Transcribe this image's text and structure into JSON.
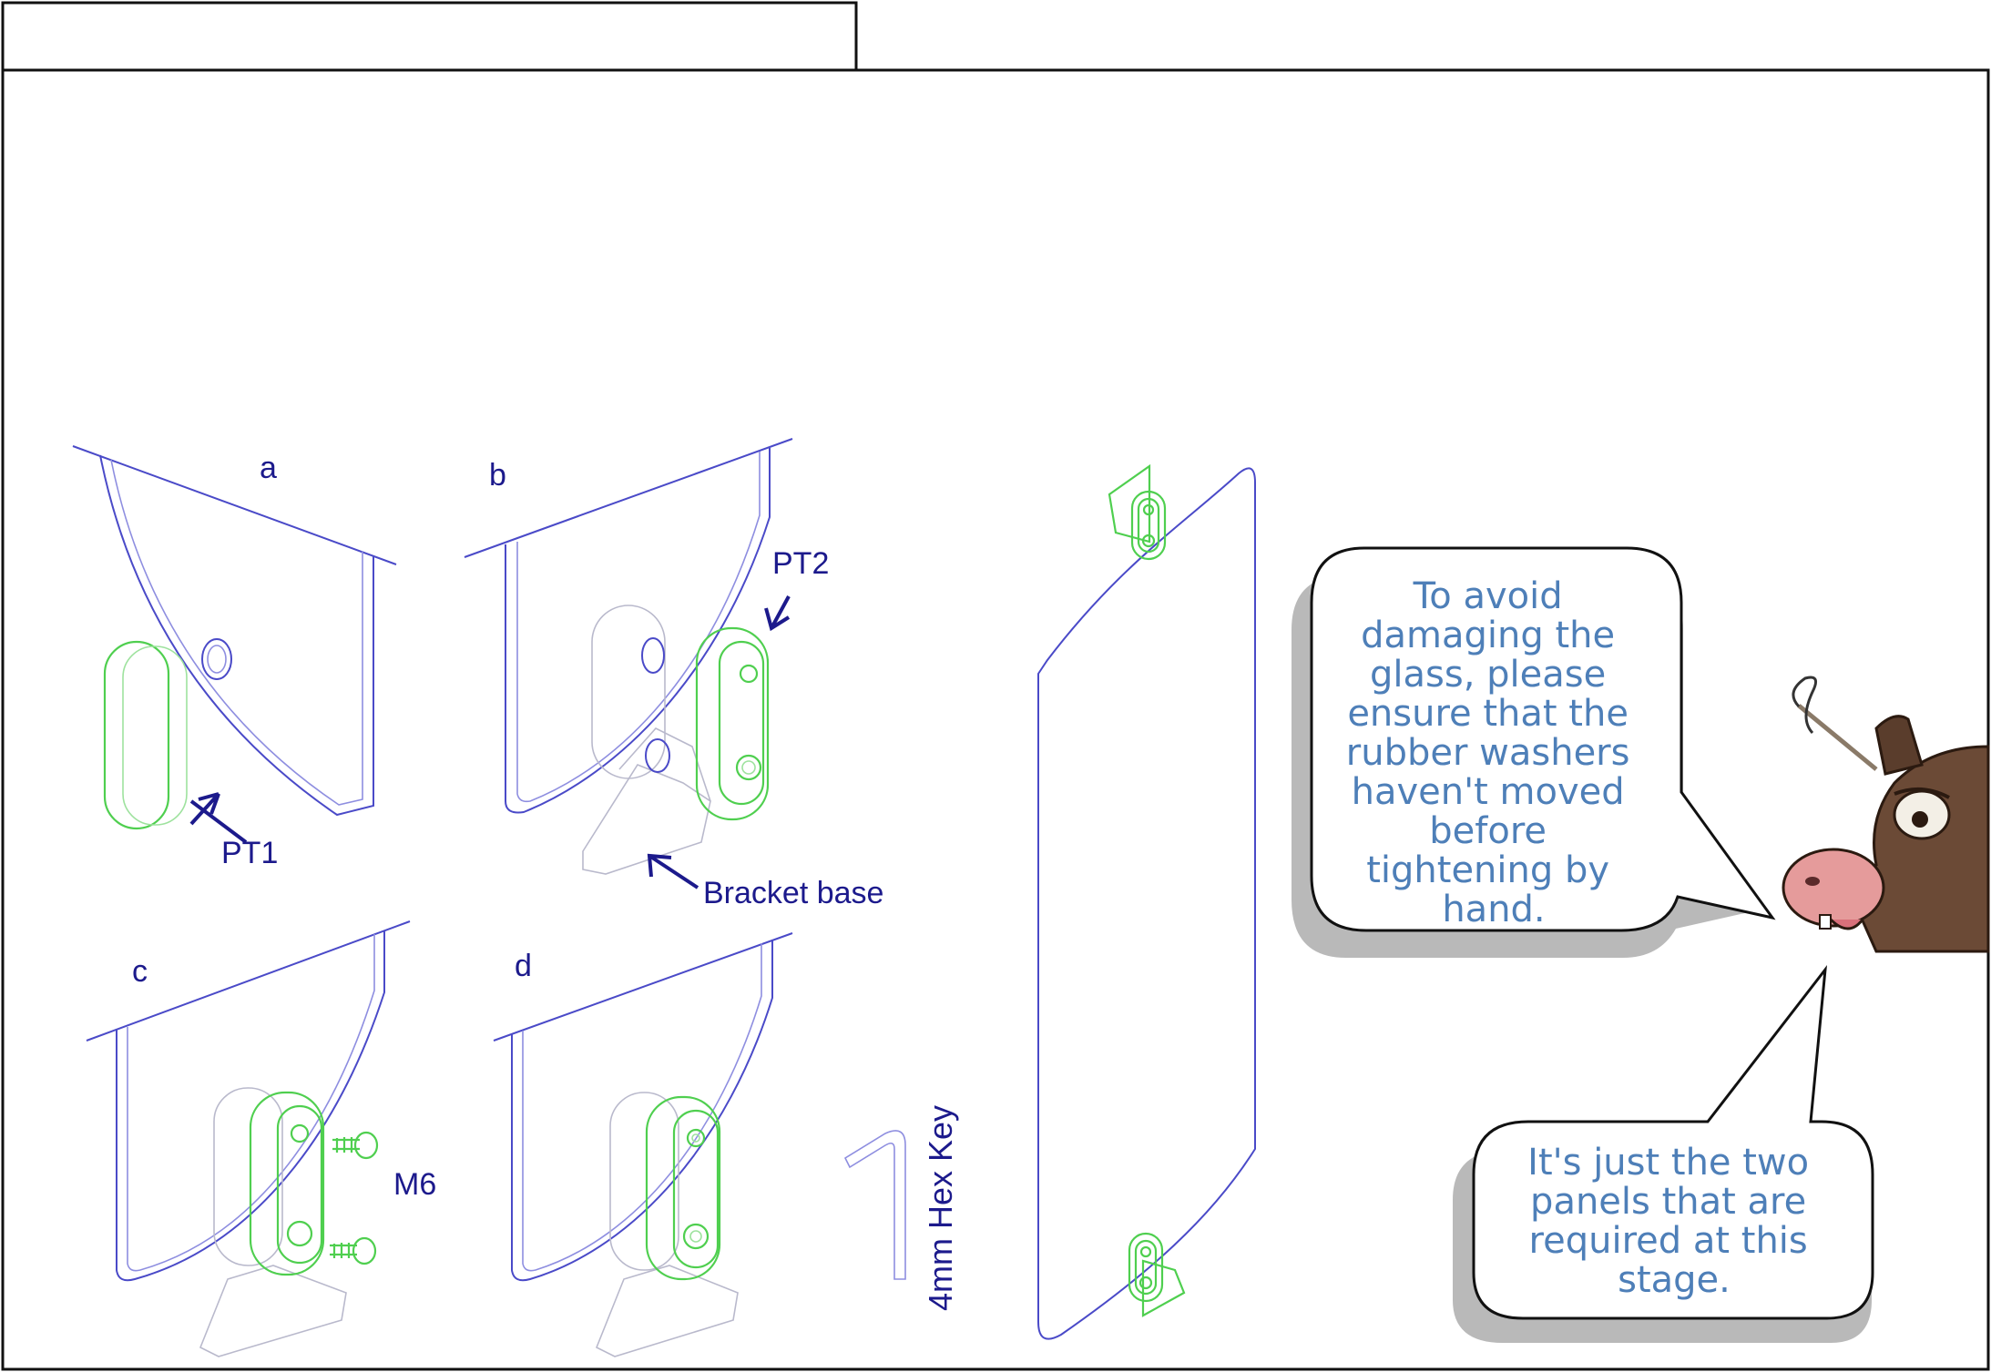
{
  "header": {
    "title": ""
  },
  "panels": [
    {
      "letter": "a",
      "callouts": [
        "PT1"
      ]
    },
    {
      "letter": "b",
      "callouts": [
        "PT2",
        "Bracket base"
      ]
    },
    {
      "letter": "c",
      "callouts": [
        "M6"
      ]
    },
    {
      "letter": "d",
      "callouts": []
    }
  ],
  "tool": {
    "label": "4mm Hex Key"
  },
  "speech": [
    {
      "lines": [
        "To avoid",
        "damaging the",
        "glass, please",
        "ensure that the",
        "rubber washers",
        "haven't moved",
        "before",
        "tightening by",
        "hand."
      ]
    },
    {
      "lines": [
        "It's just the two",
        "panels that are",
        "required at this",
        "stage."
      ]
    }
  ],
  "colors": {
    "outline": "#4a4ac8",
    "part_green": "#4fcf4f",
    "label_navy": "#1c1a8c",
    "speech_text": "#4e7fb8"
  }
}
